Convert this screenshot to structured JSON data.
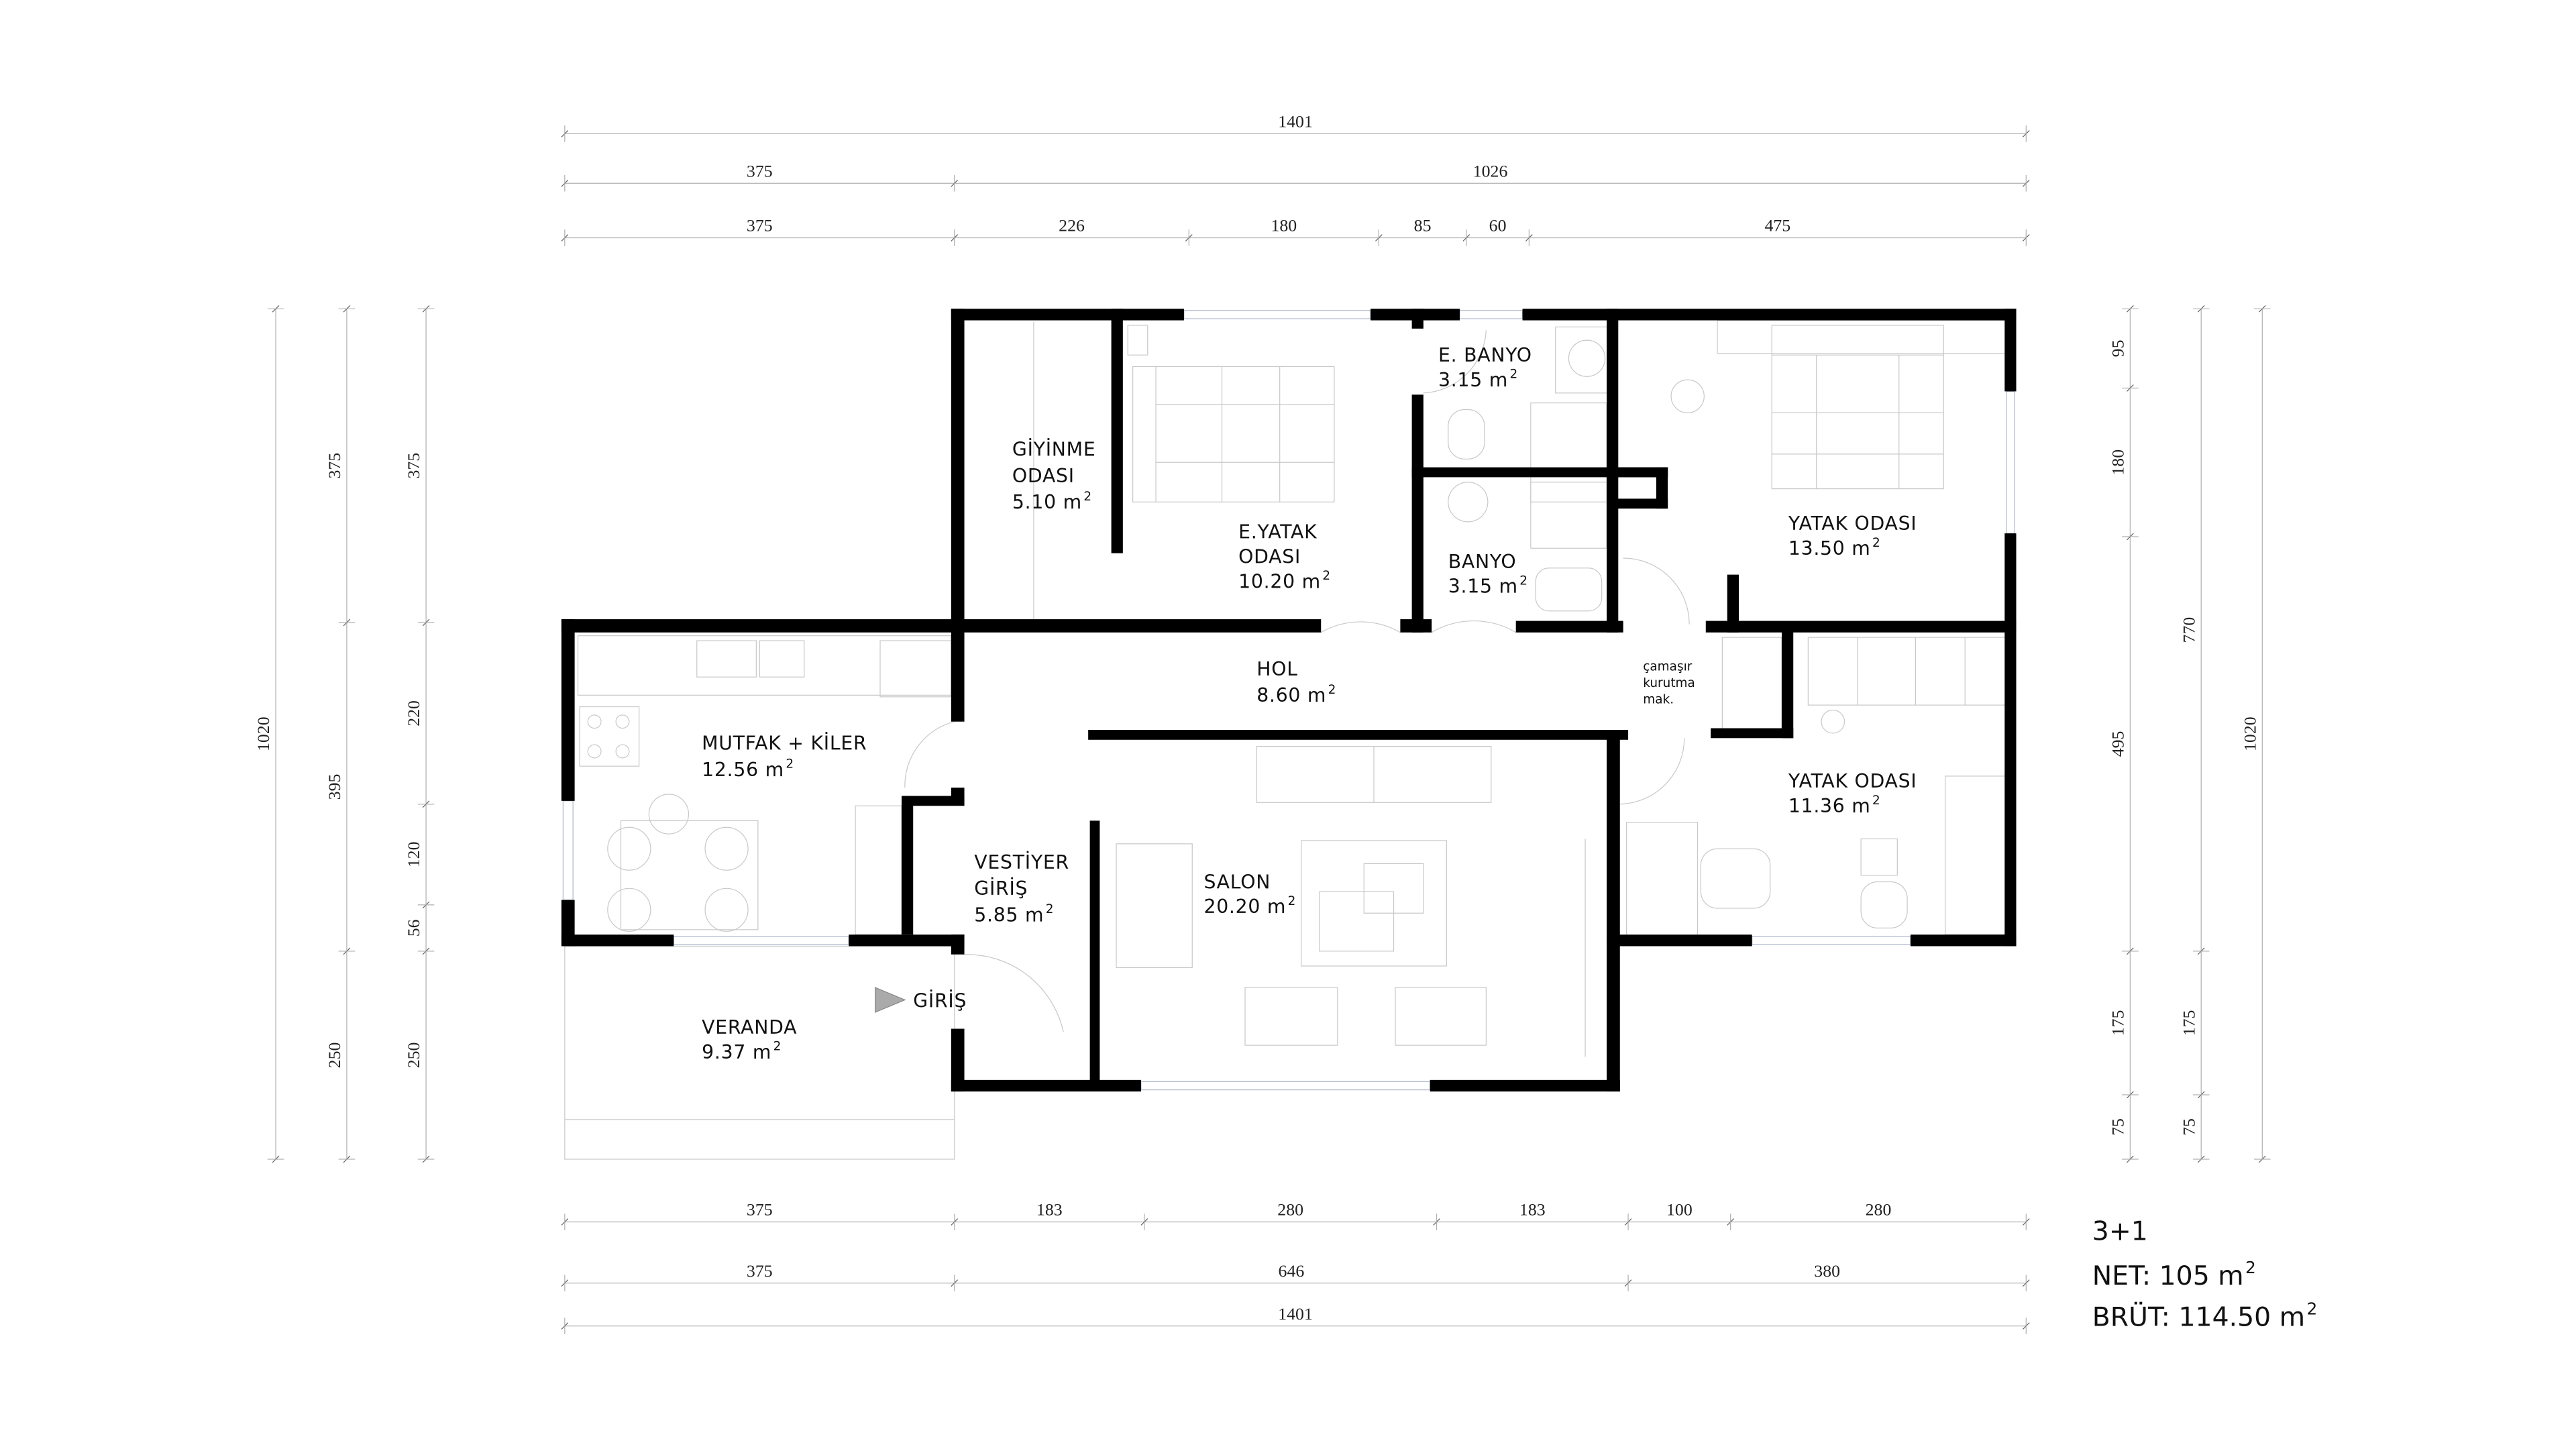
{
  "plan": {
    "sup": "2",
    "rooms": {
      "giyinme": {
        "line1": "GİYİNME",
        "line2": "ODASI",
        "area": "5.10 m"
      },
      "eyatak": {
        "line1": "E.YATAK",
        "line2": "ODASI",
        "area": "10.20 m"
      },
      "ebanyo": {
        "line1": "E. BANYO",
        "area": "3.15 m"
      },
      "banyo": {
        "line1": "BANYO",
        "area": "3.15 m"
      },
      "yatak1": {
        "line1": "YATAK ODASI",
        "area": "13.50 m"
      },
      "hol": {
        "line1": "HOL",
        "area": "8.60 m"
      },
      "camasir": {
        "line1": "çamaşır",
        "line2": "kurutma",
        "line3": "mak."
      },
      "mutfak": {
        "line1": "MUTFAK + KİLER",
        "area": "12.56 m"
      },
      "vestiyer": {
        "line1": "VESTİYER",
        "line2": "GİRİŞ",
        "area": "5.85 m"
      },
      "salon": {
        "line1": "SALON",
        "area": "20.20 m"
      },
      "yatak2": {
        "line1": "YATAK ODASI",
        "area": "11.36 m"
      },
      "veranda": {
        "line1": "VERANDA",
        "area": "9.37 m"
      },
      "giris": {
        "line1": "GİRİŞ"
      }
    },
    "summary": {
      "type": "3+1",
      "net": "NET: 105 m",
      "brut": "BRÜT: 114.50 m"
    }
  },
  "dimensions": {
    "top": [
      [
        "1401"
      ],
      [
        "375",
        "1026"
      ],
      [
        "375",
        "226",
        "180",
        "85",
        "60",
        "475"
      ]
    ],
    "bottom": [
      [
        "375",
        "183",
        "280",
        "183",
        "100",
        "280"
      ],
      [
        "375",
        "646",
        "380"
      ],
      [
        "1401"
      ]
    ],
    "left": [
      [
        "1020"
      ],
      [
        "375",
        "395",
        "250"
      ],
      [
        "375",
        "220",
        "120",
        "56",
        "250"
      ]
    ],
    "right": [
      [
        "95",
        "180",
        "495",
        "175",
        "75"
      ],
      [
        "770",
        "175",
        "75"
      ],
      [
        "1020"
      ]
    ]
  },
  "colors": {
    "wall": "#000000",
    "window": "#aeb9cc",
    "furniture": "#c9c9c9"
  }
}
